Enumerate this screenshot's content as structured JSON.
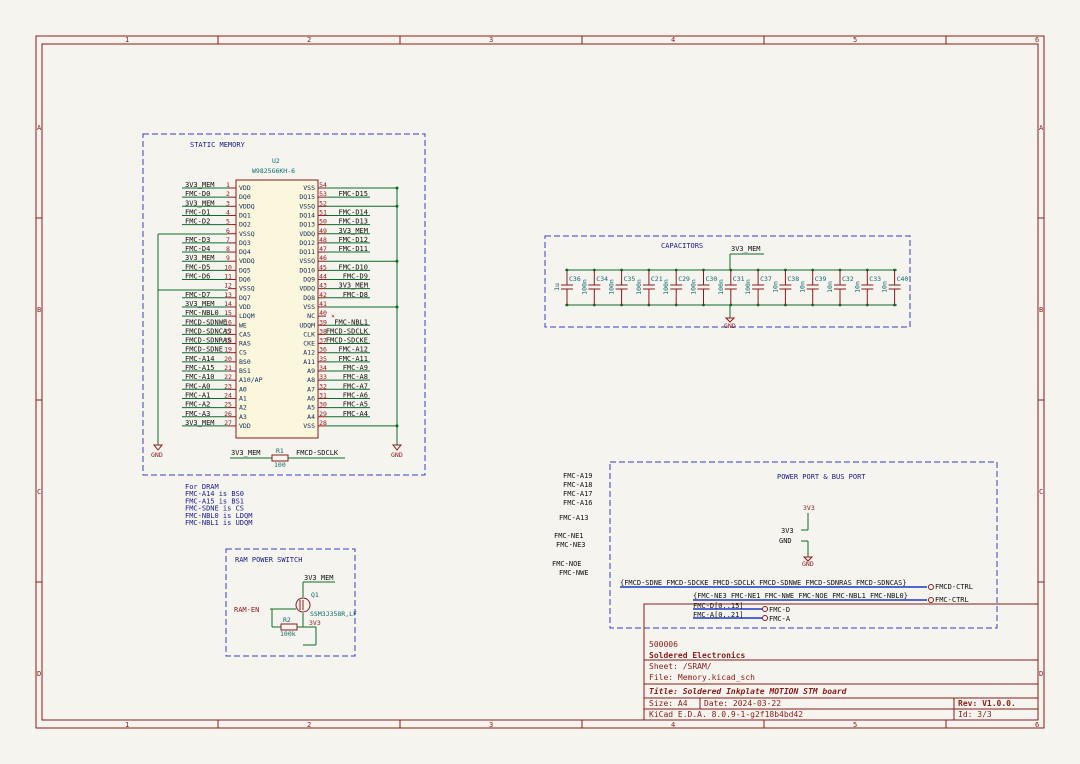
{
  "frame": {
    "col_labels": [
      "1",
      "2",
      "3",
      "4",
      "5",
      "6"
    ],
    "row_labels": [
      "A",
      "B",
      "C",
      "D"
    ]
  },
  "static_memory": {
    "title": "STATIC MEMORY",
    "ref": "U2",
    "part": "W9825G6KH-6",
    "left_nets": [
      "3V3_MEM",
      "FMC-D0",
      "3V3_MEM",
      "FMC-D1",
      "FMC-D2",
      "",
      "FMC-D3",
      "FMC-D4",
      "3V3_MEM",
      "FMC-D5",
      "FMC-D6",
      "",
      "FMC-D7",
      "3V3_MEM",
      "FMC-NBL0",
      "FMCD-SDNWE",
      "FMCD-SDNCAS",
      "FMCD-SDNRAS",
      "FMCD-SDNE",
      "FMC-A14",
      "FMC-A15",
      "FMC-A10",
      "FMC-A0",
      "FMC-A1",
      "FMC-A2",
      "FMC-A3",
      "3V3_MEM"
    ],
    "left_pins": [
      "1",
      "2",
      "3",
      "4",
      "5",
      "6",
      "7",
      "8",
      "9",
      "10",
      "11",
      "12",
      "13",
      "14",
      "15",
      "16",
      "17",
      "18",
      "19",
      "20",
      "21",
      "22",
      "23",
      "24",
      "25",
      "26",
      "27"
    ],
    "left_names": [
      "VDD",
      "DQ0",
      "VDDQ",
      "DQ1",
      "DQ2",
      "VSSQ",
      "DQ3",
      "DQ4",
      "VDDQ",
      "DQ5",
      "DQ6",
      "VSSQ",
      "DQ7",
      "VDD",
      "LDQM",
      "WE",
      "CAS",
      "RAS",
      "CS",
      "BS0",
      "BS1",
      "A10/AP",
      "A0",
      "A1",
      "A2",
      "A3",
      "VDD"
    ],
    "right_names": [
      "VSS",
      "DQ15",
      "VSSQ",
      "DQ14",
      "DQ13",
      "VDDQ",
      "DQ12",
      "DQ11",
      "VSSQ",
      "DQ10",
      "DQ9",
      "VDDQ",
      "DQ8",
      "VSS",
      "NC",
      "UDQM",
      "CLK",
      "CKE",
      "A12",
      "A11",
      "A9",
      "A8",
      "A7",
      "A6",
      "A5",
      "A4",
      "VSS"
    ],
    "right_pins": [
      "54",
      "53",
      "52",
      "51",
      "50",
      "49",
      "48",
      "47",
      "46",
      "45",
      "44",
      "43",
      "42",
      "41",
      "40",
      "39",
      "38",
      "37",
      "36",
      "35",
      "34",
      "33",
      "32",
      "31",
      "30",
      "29",
      "28"
    ],
    "right_nets": [
      "",
      "FMC-D15",
      "",
      "FMC-D14",
      "FMC-D13",
      "3V3_MEM",
      "FMC-D12",
      "FMC-D11",
      "",
      "FMC-D10",
      "FMC-D9",
      "3V3_MEM",
      "FMC-D8",
      "",
      "",
      "FMC-NBL1",
      "FMCD-SDCLK",
      "FMCD-SDCKE",
      "FMC-A12",
      "FMC-A11",
      "FMC-A9",
      "FMC-A8",
      "FMC-A7",
      "FMC-A6",
      "FMC-A5",
      "FMC-A4",
      ""
    ],
    "gnd_label": "GND",
    "resistor": {
      "left_net": "3V3_MEM",
      "ref": "R1",
      "value": "100",
      "right_net": "FMCD-SDCLK"
    }
  },
  "dram_note": [
    "For DRAM",
    "FMC-A14 is BS0",
    "FMC-A15 is BS1",
    "FMC-SDNE is CS",
    "FMC-NBL0 is LDQM",
    "FMC-NBL1 is UDQM"
  ],
  "capacitors": {
    "title": "CAPACITORS",
    "supply": "3V3_MEM",
    "gnd": "GND",
    "items": [
      {
        "ref": "C36",
        "val": "1u"
      },
      {
        "ref": "C34",
        "val": "100n"
      },
      {
        "ref": "C35",
        "val": "100n"
      },
      {
        "ref": "C21",
        "val": "100n"
      },
      {
        "ref": "C29",
        "val": "100n"
      },
      {
        "ref": "C30",
        "val": "100n"
      },
      {
        "ref": "C31",
        "val": "100n"
      },
      {
        "ref": "C37",
        "val": "100n"
      },
      {
        "ref": "C38",
        "val": "10n"
      },
      {
        "ref": "C39",
        "val": "10n"
      },
      {
        "ref": "C32",
        "val": "10n"
      },
      {
        "ref": "C33",
        "val": "10n"
      },
      {
        "ref": "C40",
        "val": "10n"
      }
    ]
  },
  "ram_switch": {
    "title": "RAM POWER SWITCH",
    "supply": "3V3_MEM",
    "q_ref": "Q1",
    "q_part": "SSM3J358R,LF",
    "enable_net": "RAM-EN",
    "r_ref": "R2",
    "r_val": "100k",
    "vin": "3V3"
  },
  "bus_net_labels": [
    "FMC-A19",
    "FMC-A18",
    "FMC-A17",
    "FMC-A16",
    "FMC-A13",
    "FMC-NE1",
    "FMC-NE3",
    "FMC-NOE",
    "FMC-NWE"
  ],
  "power_port": {
    "title": "POWER PORT & BUS PORT",
    "vcc_label": "3V3",
    "vcc_port": "3V3",
    "gnd_port": "GND",
    "gnd_symbol": "GND",
    "bus1": "{FMCD-SDNE FMCD-SDCKE FMCD-SDCLK FMCD-SDNWE FMCD-SDNRAS FMCD-SDNCAS}",
    "bus1_port": "FMCD-CTRL",
    "bus2": "{FMC-NE3 FMC-NE1 FMC-NWE FMC-NOE FMC-NBL1 FMC-NBL0}",
    "bus2_port": "FMC-CTRL",
    "bus3": "FMC-D[0..15]",
    "bus3_port": "FMC-D",
    "bus4": "FMC-A[0..21]",
    "bus4_port": "FMC-A"
  },
  "title_block": {
    "id": "500006",
    "company": "Soldered Electronics",
    "sheet": "Sheet: /SRAM/",
    "file": "File: Memory.kicad_sch",
    "title": "Title: Soldered Inkplate MOTION STM board",
    "size": "Size: A4",
    "date": "Date: 2024-03-22",
    "rev": "Rev: V1.0.0.",
    "tool": "KiCad E.D.A. 8.0.9-1-g2f18b4bd42",
    "sheet_id": "Id: 3/3"
  }
}
